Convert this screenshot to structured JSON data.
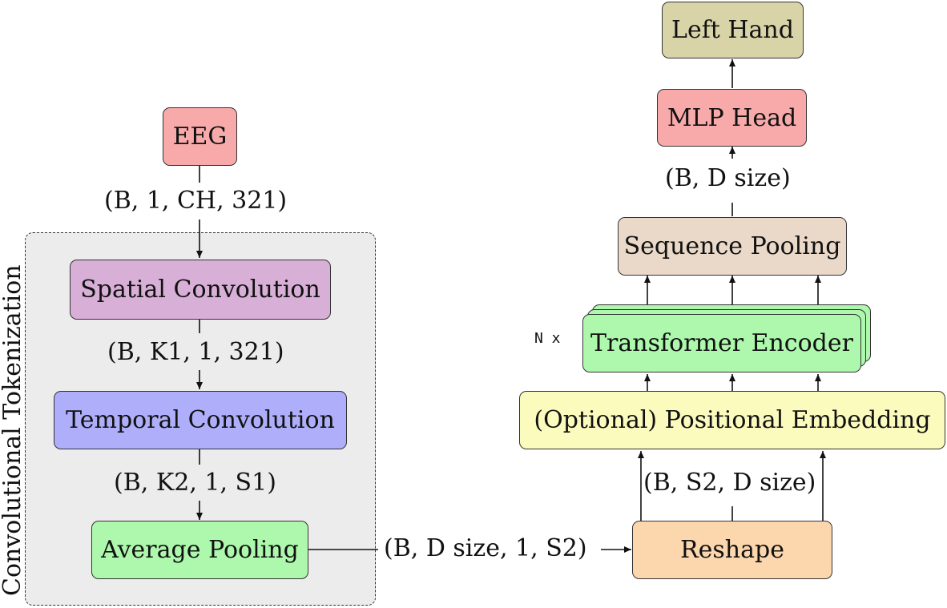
{
  "group_label": "Convolutional Tokenization",
  "nodes": {
    "eeg": "EEG",
    "spatial": "Spatial Convolution",
    "temporal": "Temporal Convolution",
    "avgpool": "Average Pooling",
    "reshape": "Reshape",
    "posemb": "(Optional) Positional Embedding",
    "encoder": "Transformer Encoder",
    "seqpool": "Sequence Pooling",
    "mlp": "MLP Head",
    "output": "Left Hand"
  },
  "shapes": {
    "input": "(B, 1, CH, 321)",
    "after_spatial": "(B, K1, 1, 321)",
    "after_temporal": "(B, K2, 1, S1)",
    "after_pool": "(B, D size, 1, S2)",
    "after_reshape": "(B, S2, D size)",
    "after_seqpool": "(B, D size)"
  },
  "encoder_repeat": "N x",
  "colors": {
    "eeg": "#f8aaaa",
    "spatial": "#d8afd6",
    "temporal": "#aeaefb",
    "avgpool": "#aef8ae",
    "reshape": "#fcd7ae",
    "posemb": "#fbfbbd",
    "encoder": "#aef8ae",
    "seqpool": "#ead9c8",
    "mlp": "#f8aaaa",
    "output": "#d9d4a8",
    "group_bg": "#ececec"
  }
}
